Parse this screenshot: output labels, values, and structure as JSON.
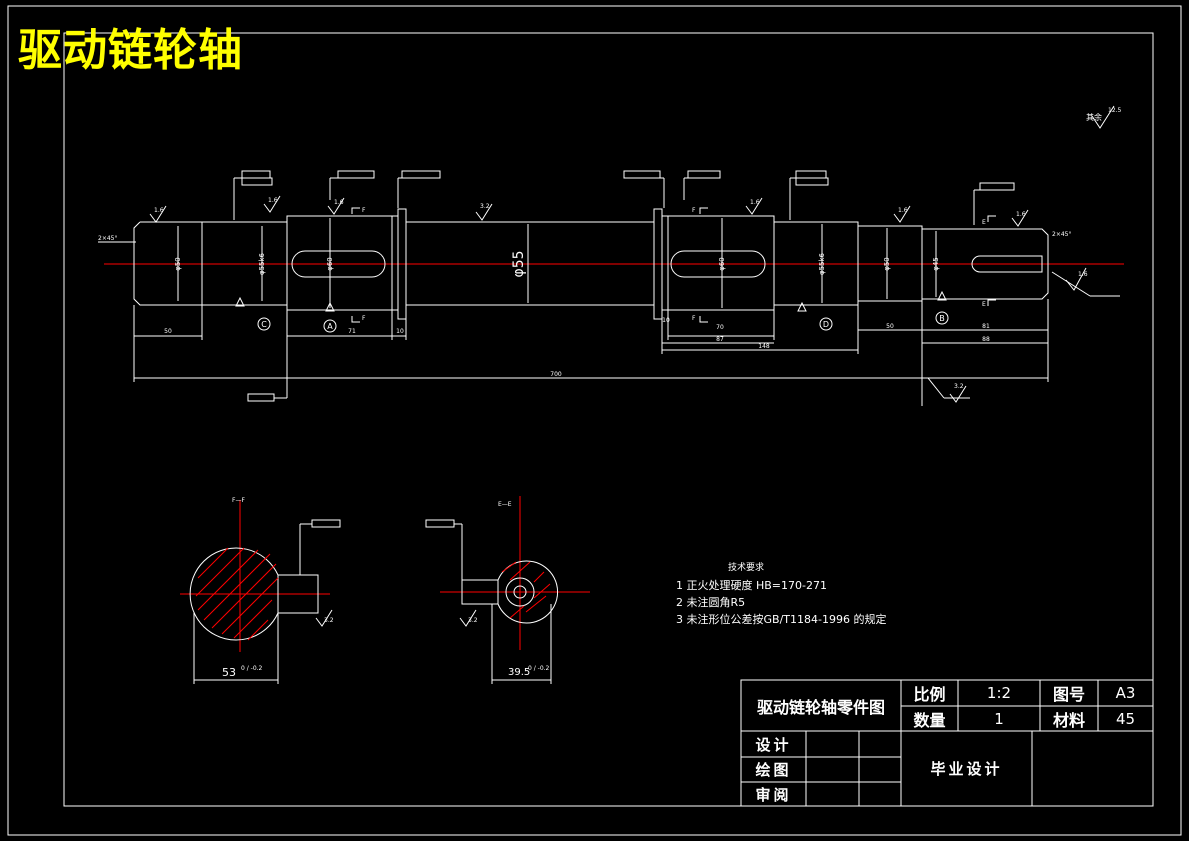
{
  "title": "驱动链轮轴",
  "colors": {
    "background": "#000000",
    "lines": "#ffffff",
    "center_line": "#ff0000",
    "title": "#ffff00",
    "hatch": "#ff0000"
  },
  "surface_roughness_general": {
    "label": "其余",
    "value": "12.5"
  },
  "roughness_values": [
    "1.6",
    "1.6",
    "1.6",
    "3.2",
    "1.6",
    "1.6",
    "1.6",
    "1.6",
    "3.2",
    "3.2",
    "3.2",
    "3.2"
  ],
  "datum_labels": [
    "A",
    "B",
    "C",
    "D"
  ],
  "section_labels": {
    "f_marks": [
      "F",
      "F",
      "F",
      "F"
    ],
    "e_marks": [
      "E",
      "E"
    ],
    "section_f": "F—F",
    "section_e": "E—E"
  },
  "dimensions": {
    "shaft_diameter": "φ55",
    "lengths": [
      "50",
      "71",
      "10",
      "700",
      "10",
      "70",
      "87",
      "148",
      "50",
      "81",
      "88"
    ],
    "section_f_width": "53",
    "section_f_tol": "0 / -0.2",
    "section_e_width": "39.5",
    "section_e_tol": "0 / -0.2",
    "chamfer_left": "2×45°",
    "chamfer_right": "2×45°"
  },
  "tech_requirements": {
    "title": "技术要求",
    "items": [
      "1 正火处理硬度 HB=170-271",
      "2 未注圆角R5",
      "3 未注形位公差按GB/T1184-1996 的规定"
    ]
  },
  "title_block": {
    "drawing_name": "驱动链轮轴零件图",
    "scale_label": "比例",
    "scale_value": "1:2",
    "drawing_no_label": "图号",
    "drawing_no_value": "A3",
    "quantity_label": "数量",
    "quantity_value": "1",
    "material_label": "材料",
    "material_value": "45",
    "design_label": "设计",
    "drawing_label": "绘图",
    "review_label": "审阅",
    "project": "毕业设计"
  }
}
